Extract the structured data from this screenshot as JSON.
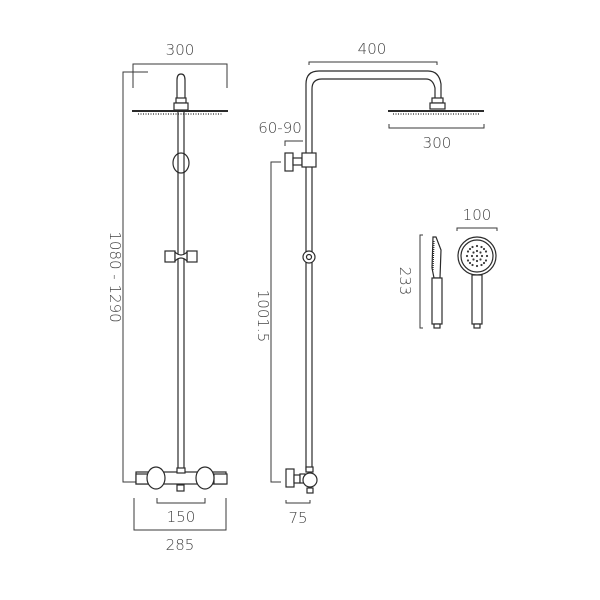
{
  "diagram": {
    "type": "technical-dimension-drawing",
    "subject": "thermostatic shower kit with fixed overhead head and handset",
    "line_color": "#2b2b2b",
    "text_color": "#444444",
    "views": {
      "front": {
        "head_width": "300",
        "overall_height": "1080 - 1290",
        "valve_centres": "150",
        "valve_width": "285"
      },
      "side": {
        "arm_projection": "400",
        "head_width": "300",
        "wall_bracket_offset": "60-90",
        "riser_height": "1001.5",
        "valve_depth": "75"
      },
      "handset": {
        "length": "233",
        "head_diameter": "100"
      }
    }
  }
}
